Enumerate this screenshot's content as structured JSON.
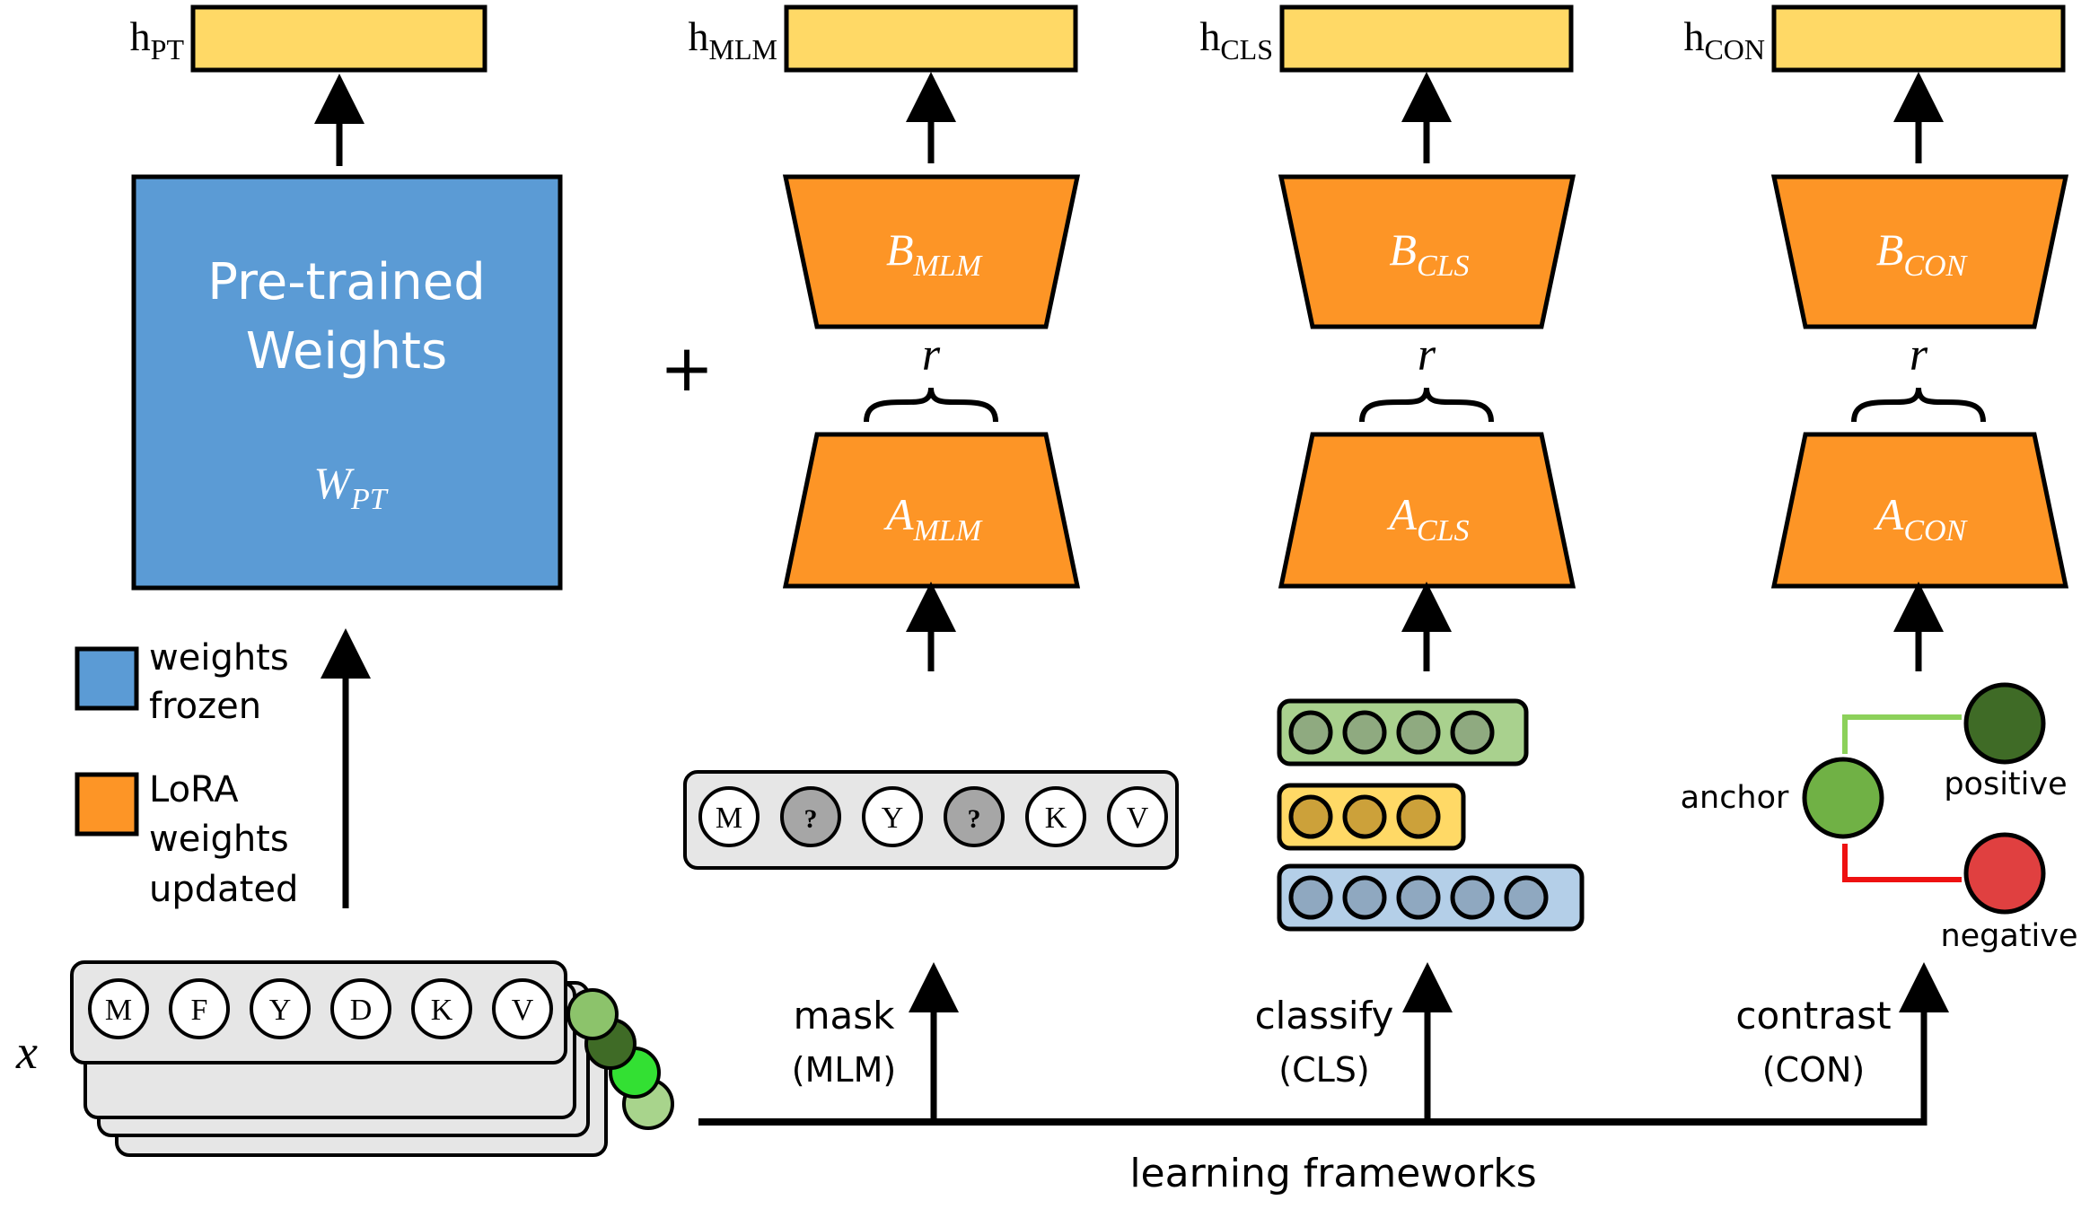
{
  "outputs": {
    "pt": {
      "base": "h",
      "sub": "PT"
    },
    "mlm": {
      "base": "h",
      "sub": "MLM"
    },
    "cls": {
      "base": "h",
      "sub": "CLS"
    },
    "con": {
      "base": "h",
      "sub": "CON"
    }
  },
  "pretrained": {
    "line1": "Pre-trained",
    "line2": "Weights",
    "symbol_base": "W",
    "symbol_sub": "PT"
  },
  "plus": "+",
  "adapters": {
    "mlm": {
      "B_base": "B",
      "B_sub": "MLM",
      "A_base": "A",
      "A_sub": "MLM",
      "rank": "r"
    },
    "cls": {
      "B_base": "B",
      "B_sub": "CLS",
      "A_base": "A",
      "A_sub": "CLS",
      "rank": "r"
    },
    "con": {
      "B_base": "B",
      "B_sub": "CON",
      "A_base": "A",
      "A_sub": "CON",
      "rank": "r"
    }
  },
  "legend": {
    "frozen_line1": "weights",
    "frozen_line2": "frozen",
    "lora_line1": "LoRA",
    "lora_line2": "weights",
    "lora_line3": "updated"
  },
  "input": {
    "symbol": "x",
    "tokens": [
      "M",
      "F",
      "Y",
      "D",
      "K",
      "V"
    ]
  },
  "mlm_example": {
    "tokens": [
      "M",
      "?",
      "Y",
      "?",
      "K",
      "V"
    ]
  },
  "contrast_example": {
    "anchor": "anchor",
    "positive": "positive",
    "negative": "negative"
  },
  "frameworks": {
    "mask": "mask",
    "mask_abbr": "(MLM)",
    "classify": "classify",
    "classify_abbr": "(CLS)",
    "contrast": "contrast",
    "contrast_abbr": "(CON)",
    "baseline_label": "learning frameworks"
  },
  "colors": {
    "output_yellow": "#ffd966",
    "frozen_blue": "#5b9bd5",
    "lora_orange": "#fd9526",
    "green_light": "#8cc36b",
    "green_dark": "#3f6b26",
    "green_bright": "#33e033",
    "green_pale": "#a8d48c",
    "red": "#e04040",
    "grey_box": "#e6e6e6"
  }
}
